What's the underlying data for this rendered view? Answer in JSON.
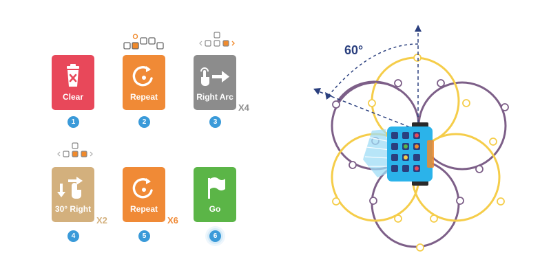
{
  "cards": [
    {
      "id": "clear",
      "label": "Clear",
      "number": "1",
      "color": "#e8485a"
    },
    {
      "id": "repeat-1",
      "label": "Repeat",
      "number": "2",
      "color": "#f08a36"
    },
    {
      "id": "right-arc",
      "label": "Right Arc",
      "number": "3",
      "color": "#8c8c8c",
      "multiplier": "X4"
    },
    {
      "id": "right-30",
      "label": "30° Right",
      "number": "4",
      "color": "#d3b07d",
      "multiplier": "X2"
    },
    {
      "id": "repeat-2",
      "label": "Repeat",
      "number": "5",
      "color": "#f08a36",
      "multiplier": "X6"
    },
    {
      "id": "go",
      "label": "Go",
      "number": "6",
      "color": "#5bb547"
    }
  ],
  "diagram": {
    "angle_label": "60°",
    "colors": {
      "yellow": "#f5cd4a",
      "purple": "#7d5f88",
      "arrow": "#2a3f7e",
      "robot": "#2bb3ea",
      "accent": "#f08a2c"
    }
  }
}
